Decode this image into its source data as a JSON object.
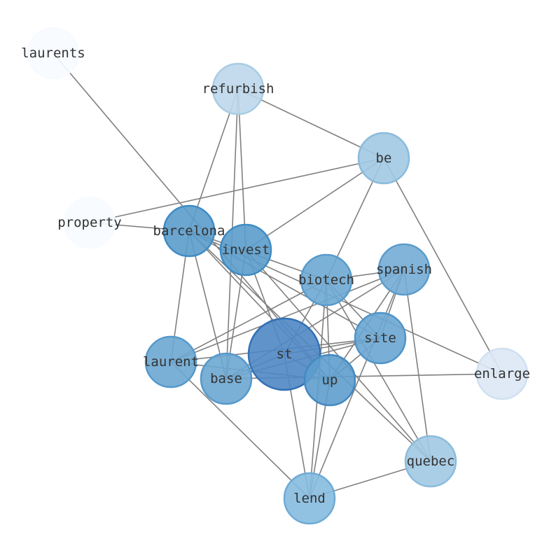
{
  "nodes": [
    {
      "id": "laurents",
      "label": "laurents",
      "fill": "#f7fbff",
      "stroke": "#f7fbff"
    },
    {
      "id": "refurbish",
      "label": "refurbish",
      "fill": "#bcd7eb",
      "stroke": "#a9cce4"
    },
    {
      "id": "be",
      "label": "be",
      "fill": "#a1c9e3",
      "stroke": "#8abbdc"
    },
    {
      "id": "property",
      "label": "property",
      "fill": "#f7fbff",
      "stroke": "#f7fbff"
    },
    {
      "id": "barcelona",
      "label": "barcelona",
      "fill": "#5b9ccb",
      "stroke": "#3f8bc4"
    },
    {
      "id": "invest",
      "label": "invest",
      "fill": "#5b9ccb",
      "stroke": "#3f8bc4"
    },
    {
      "id": "biotech",
      "label": "biotech",
      "fill": "#6ea8d3",
      "stroke": "#569bcc"
    },
    {
      "id": "spanish",
      "label": "spanish",
      "fill": "#74acd6",
      "stroke": "#5b9ccb"
    },
    {
      "id": "site",
      "label": "site",
      "fill": "#6aa6d1",
      "stroke": "#4f94c8"
    },
    {
      "id": "st",
      "label": "st",
      "fill": "#4f87c3",
      "stroke": "#3371b5"
    },
    {
      "id": "laurent",
      "label": "laurent",
      "fill": "#6da7d2",
      "stroke": "#5599cb"
    },
    {
      "id": "base",
      "label": "base",
      "fill": "#6ca6d2",
      "stroke": "#5599cb"
    },
    {
      "id": "up",
      "label": "up",
      "fill": "#5d9dcd",
      "stroke": "#4389c2"
    },
    {
      "id": "enlarge",
      "label": "enlarge",
      "fill": "#dce8f5",
      "stroke": "#cfe0f1"
    },
    {
      "id": "quebec",
      "label": "quebec",
      "fill": "#a1c9e3",
      "stroke": "#8bbcdc"
    },
    {
      "id": "lend",
      "label": "lend",
      "fill": "#86bbdf",
      "stroke": "#6eabd6"
    }
  ],
  "edges": [
    [
      "laurents",
      "up"
    ],
    [
      "refurbish",
      "be"
    ],
    [
      "refurbish",
      "barcelona"
    ],
    [
      "refurbish",
      "invest"
    ],
    [
      "refurbish",
      "base"
    ],
    [
      "be",
      "property"
    ],
    [
      "be",
      "invest"
    ],
    [
      "be",
      "biotech"
    ],
    [
      "be",
      "enlarge"
    ],
    [
      "property",
      "barcelona"
    ],
    [
      "barcelona",
      "biotech"
    ],
    [
      "barcelona",
      "site"
    ],
    [
      "barcelona",
      "laurent"
    ],
    [
      "barcelona",
      "base"
    ],
    [
      "barcelona",
      "up"
    ],
    [
      "barcelona",
      "enlarge"
    ],
    [
      "barcelona",
      "quebec"
    ],
    [
      "invest",
      "st"
    ],
    [
      "invest",
      "base"
    ],
    [
      "invest",
      "quebec"
    ],
    [
      "biotech",
      "spanish"
    ],
    [
      "biotech",
      "site"
    ],
    [
      "biotech",
      "laurent"
    ],
    [
      "biotech",
      "st"
    ],
    [
      "biotech",
      "up"
    ],
    [
      "biotech",
      "lend"
    ],
    [
      "biotech",
      "quebec"
    ],
    [
      "spanish",
      "laurent"
    ],
    [
      "spanish",
      "base"
    ],
    [
      "spanish",
      "up"
    ],
    [
      "spanish",
      "lend"
    ],
    [
      "spanish",
      "quebec"
    ],
    [
      "spanish",
      "site"
    ],
    [
      "site",
      "laurent"
    ],
    [
      "site",
      "st"
    ],
    [
      "site",
      "base"
    ],
    [
      "site",
      "up"
    ],
    [
      "st",
      "lend"
    ],
    [
      "st",
      "base"
    ],
    [
      "st",
      "up"
    ],
    [
      "laurent",
      "up"
    ],
    [
      "laurent",
      "lend"
    ],
    [
      "base",
      "enlarge"
    ],
    [
      "up",
      "lend"
    ],
    [
      "quebec",
      "lend"
    ]
  ]
}
